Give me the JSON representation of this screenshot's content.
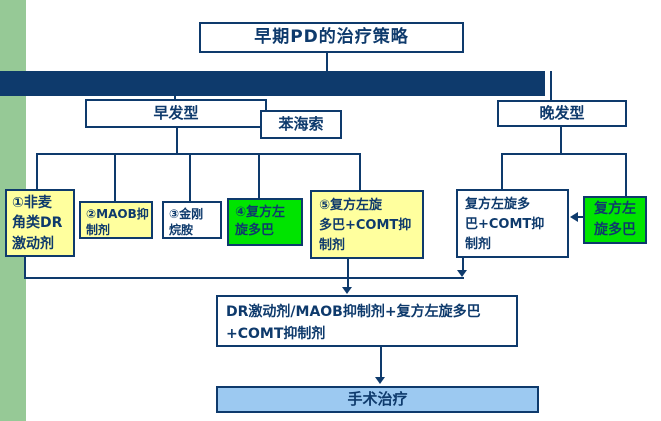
{
  "title": "早期PD的治疗策略",
  "nodes": {
    "early_type": "早发型",
    "benzhexol": "苯海索",
    "late_type": "晚发型",
    "opt1": "①非麦\n角类DR\n激动剂",
    "opt2": "②MAOB抑\n制剂",
    "opt3": "③金刚\n烷胺",
    "opt4": "④复方左\n旋多巴",
    "opt5": "⑤复方左旋\n多巴+COMT抑\n制剂",
    "late_opt1": "复方左旋多\n巴+COMT抑\n制剂",
    "late_opt2": "复方左\n旋多巴",
    "combo": "DR激动剂/MAOB抑制剂+复方左旋多巴\n+COMT抑制剂",
    "surgery": "手术治疗"
  },
  "colors": {
    "navy": "#0E3A6C",
    "sage": "#96C996",
    "yellow": "#FFFF9E",
    "green": "#00E400",
    "lightblue": "#9CC9F1",
    "white": "#FFFFFF"
  }
}
